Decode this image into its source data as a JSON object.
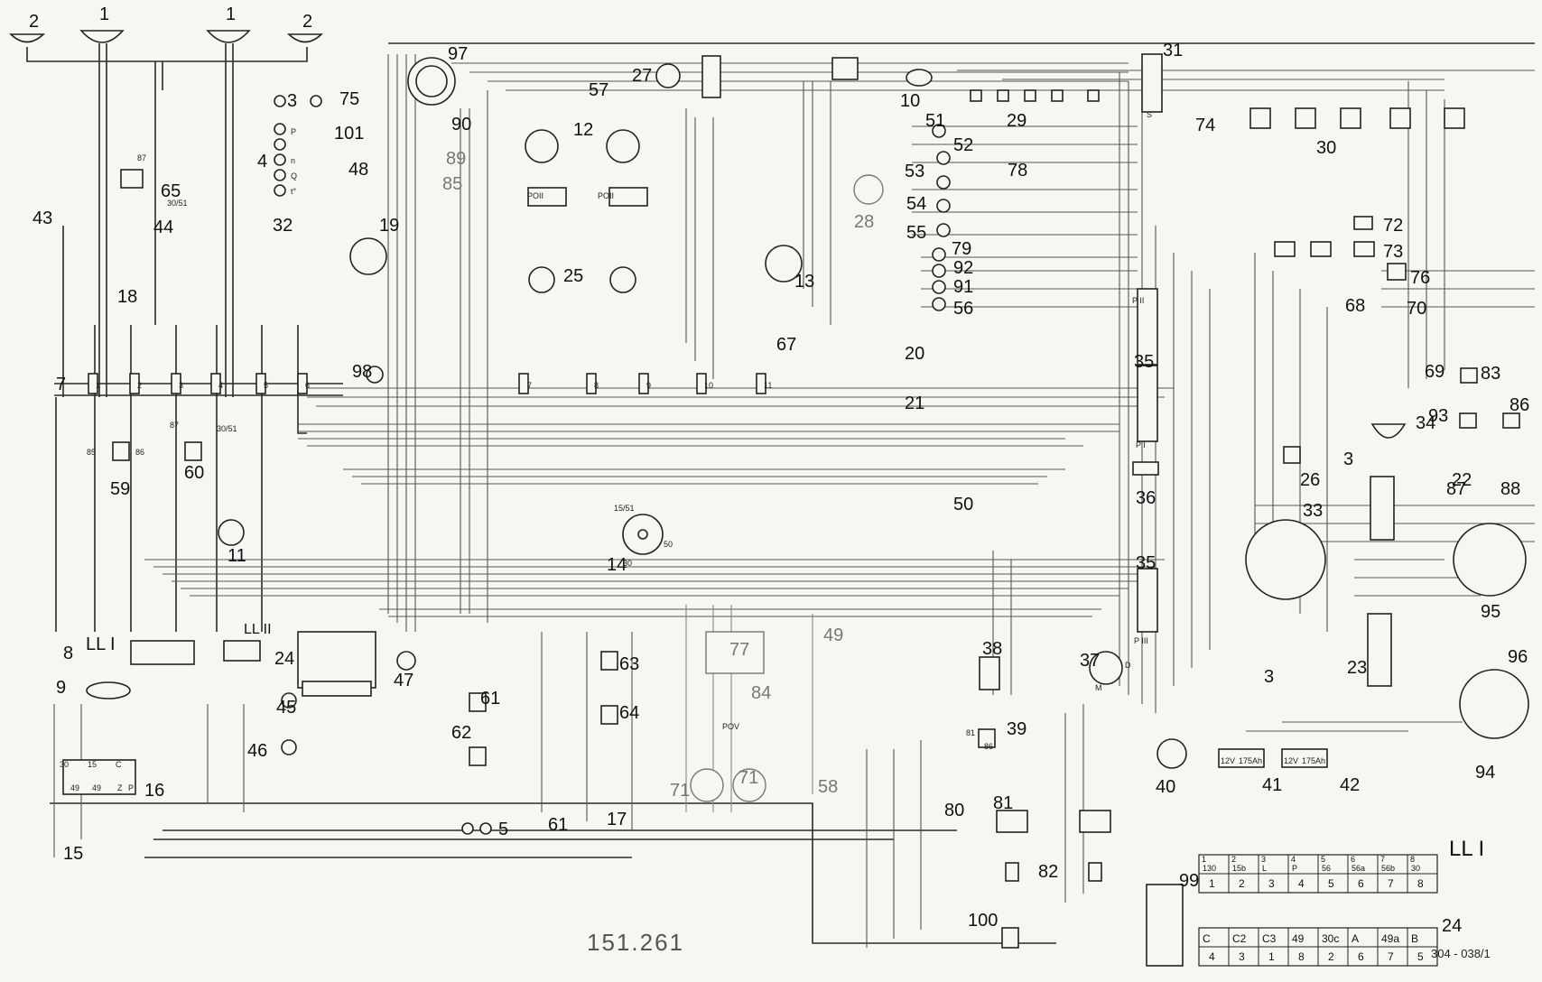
{
  "diagram": {
    "drawing_number": "151.261",
    "reference": "304 - 038/1",
    "table_lli": {
      "title": "LL I",
      "top_row": [
        "130",
        "15b",
        "L",
        "P",
        "56",
        "56a",
        "56b",
        "30"
      ],
      "top_row_prefix": [
        "1",
        "2",
        "3",
        "4",
        "5",
        "6",
        "7",
        "8"
      ],
      "bottom_row": [
        "1",
        "2",
        "3",
        "4",
        "5",
        "6",
        "7",
        "8"
      ]
    },
    "table_24": {
      "title": "24",
      "top_row": [
        "C",
        "C2",
        "C3",
        "49",
        "30c",
        "A",
        "49a",
        "B"
      ],
      "bottom_row": [
        "4",
        "3",
        "1",
        "8",
        "2",
        "6",
        "7",
        "5"
      ]
    },
    "labels": {
      "lli": "LL I",
      "llii": "LL II",
      "p1": "P I",
      "p2": "P II",
      "p3": "P III"
    },
    "pin_labels": [
      "87",
      "30/51",
      "85",
      "86",
      "87",
      "30/51",
      "15/51",
      "30",
      "50",
      "D",
      "M",
      "30",
      "15",
      "49",
      "Z",
      "P",
      "C",
      "49",
      "S",
      "P",
      "Q",
      "n",
      "t°",
      "12V",
      "175Ah",
      "12V",
      "175Ah",
      "POII",
      "POII",
      "POV",
      "81",
      "86"
    ],
    "components": [
      {
        "num": "1"
      },
      {
        "num": "2"
      },
      {
        "num": "3"
      },
      {
        "num": "4"
      },
      {
        "num": "5"
      },
      {
        "num": "7"
      },
      {
        "num": "8"
      },
      {
        "num": "9"
      },
      {
        "num": "10"
      },
      {
        "num": "11"
      },
      {
        "num": "12"
      },
      {
        "num": "13"
      },
      {
        "num": "14"
      },
      {
        "num": "15"
      },
      {
        "num": "16"
      },
      {
        "num": "17"
      },
      {
        "num": "18"
      },
      {
        "num": "19"
      },
      {
        "num": "20"
      },
      {
        "num": "21"
      },
      {
        "num": "22"
      },
      {
        "num": "23"
      },
      {
        "num": "24"
      },
      {
        "num": "25"
      },
      {
        "num": "26"
      },
      {
        "num": "27"
      },
      {
        "num": "28"
      },
      {
        "num": "29"
      },
      {
        "num": "30"
      },
      {
        "num": "31"
      },
      {
        "num": "32"
      },
      {
        "num": "33"
      },
      {
        "num": "34"
      },
      {
        "num": "35"
      },
      {
        "num": "36"
      },
      {
        "num": "37"
      },
      {
        "num": "38"
      },
      {
        "num": "39"
      },
      {
        "num": "40"
      },
      {
        "num": "41"
      },
      {
        "num": "42"
      },
      {
        "num": "43"
      },
      {
        "num": "44"
      },
      {
        "num": "45"
      },
      {
        "num": "46"
      },
      {
        "num": "47"
      },
      {
        "num": "48"
      },
      {
        "num": "49"
      },
      {
        "num": "50"
      },
      {
        "num": "51"
      },
      {
        "num": "52"
      },
      {
        "num": "53"
      },
      {
        "num": "54"
      },
      {
        "num": "55"
      },
      {
        "num": "56"
      },
      {
        "num": "57"
      },
      {
        "num": "58"
      },
      {
        "num": "59"
      },
      {
        "num": "60"
      },
      {
        "num": "61"
      },
      {
        "num": "62"
      },
      {
        "num": "63"
      },
      {
        "num": "64"
      },
      {
        "num": "65"
      },
      {
        "num": "67"
      },
      {
        "num": "68"
      },
      {
        "num": "69"
      },
      {
        "num": "70"
      },
      {
        "num": "71"
      },
      {
        "num": "72"
      },
      {
        "num": "73"
      },
      {
        "num": "74"
      },
      {
        "num": "75"
      },
      {
        "num": "76"
      },
      {
        "num": "77"
      },
      {
        "num": "78"
      },
      {
        "num": "79"
      },
      {
        "num": "80"
      },
      {
        "num": "81"
      },
      {
        "num": "82"
      },
      {
        "num": "83"
      },
      {
        "num": "84"
      },
      {
        "num": "85"
      },
      {
        "num": "86"
      },
      {
        "num": "87"
      },
      {
        "num": "88"
      },
      {
        "num": "89"
      },
      {
        "num": "90"
      },
      {
        "num": "91"
      },
      {
        "num": "92"
      },
      {
        "num": "93"
      },
      {
        "num": "94"
      },
      {
        "num": "95"
      },
      {
        "num": "96"
      },
      {
        "num": "97"
      },
      {
        "num": "98"
      },
      {
        "num": "99"
      },
      {
        "num": "100"
      },
      {
        "num": "101"
      }
    ],
    "fuse_box_numbers": [
      "1",
      "2",
      "3",
      "4",
      "5",
      "6",
      "7",
      "8",
      "9",
      "10",
      "11"
    ]
  }
}
